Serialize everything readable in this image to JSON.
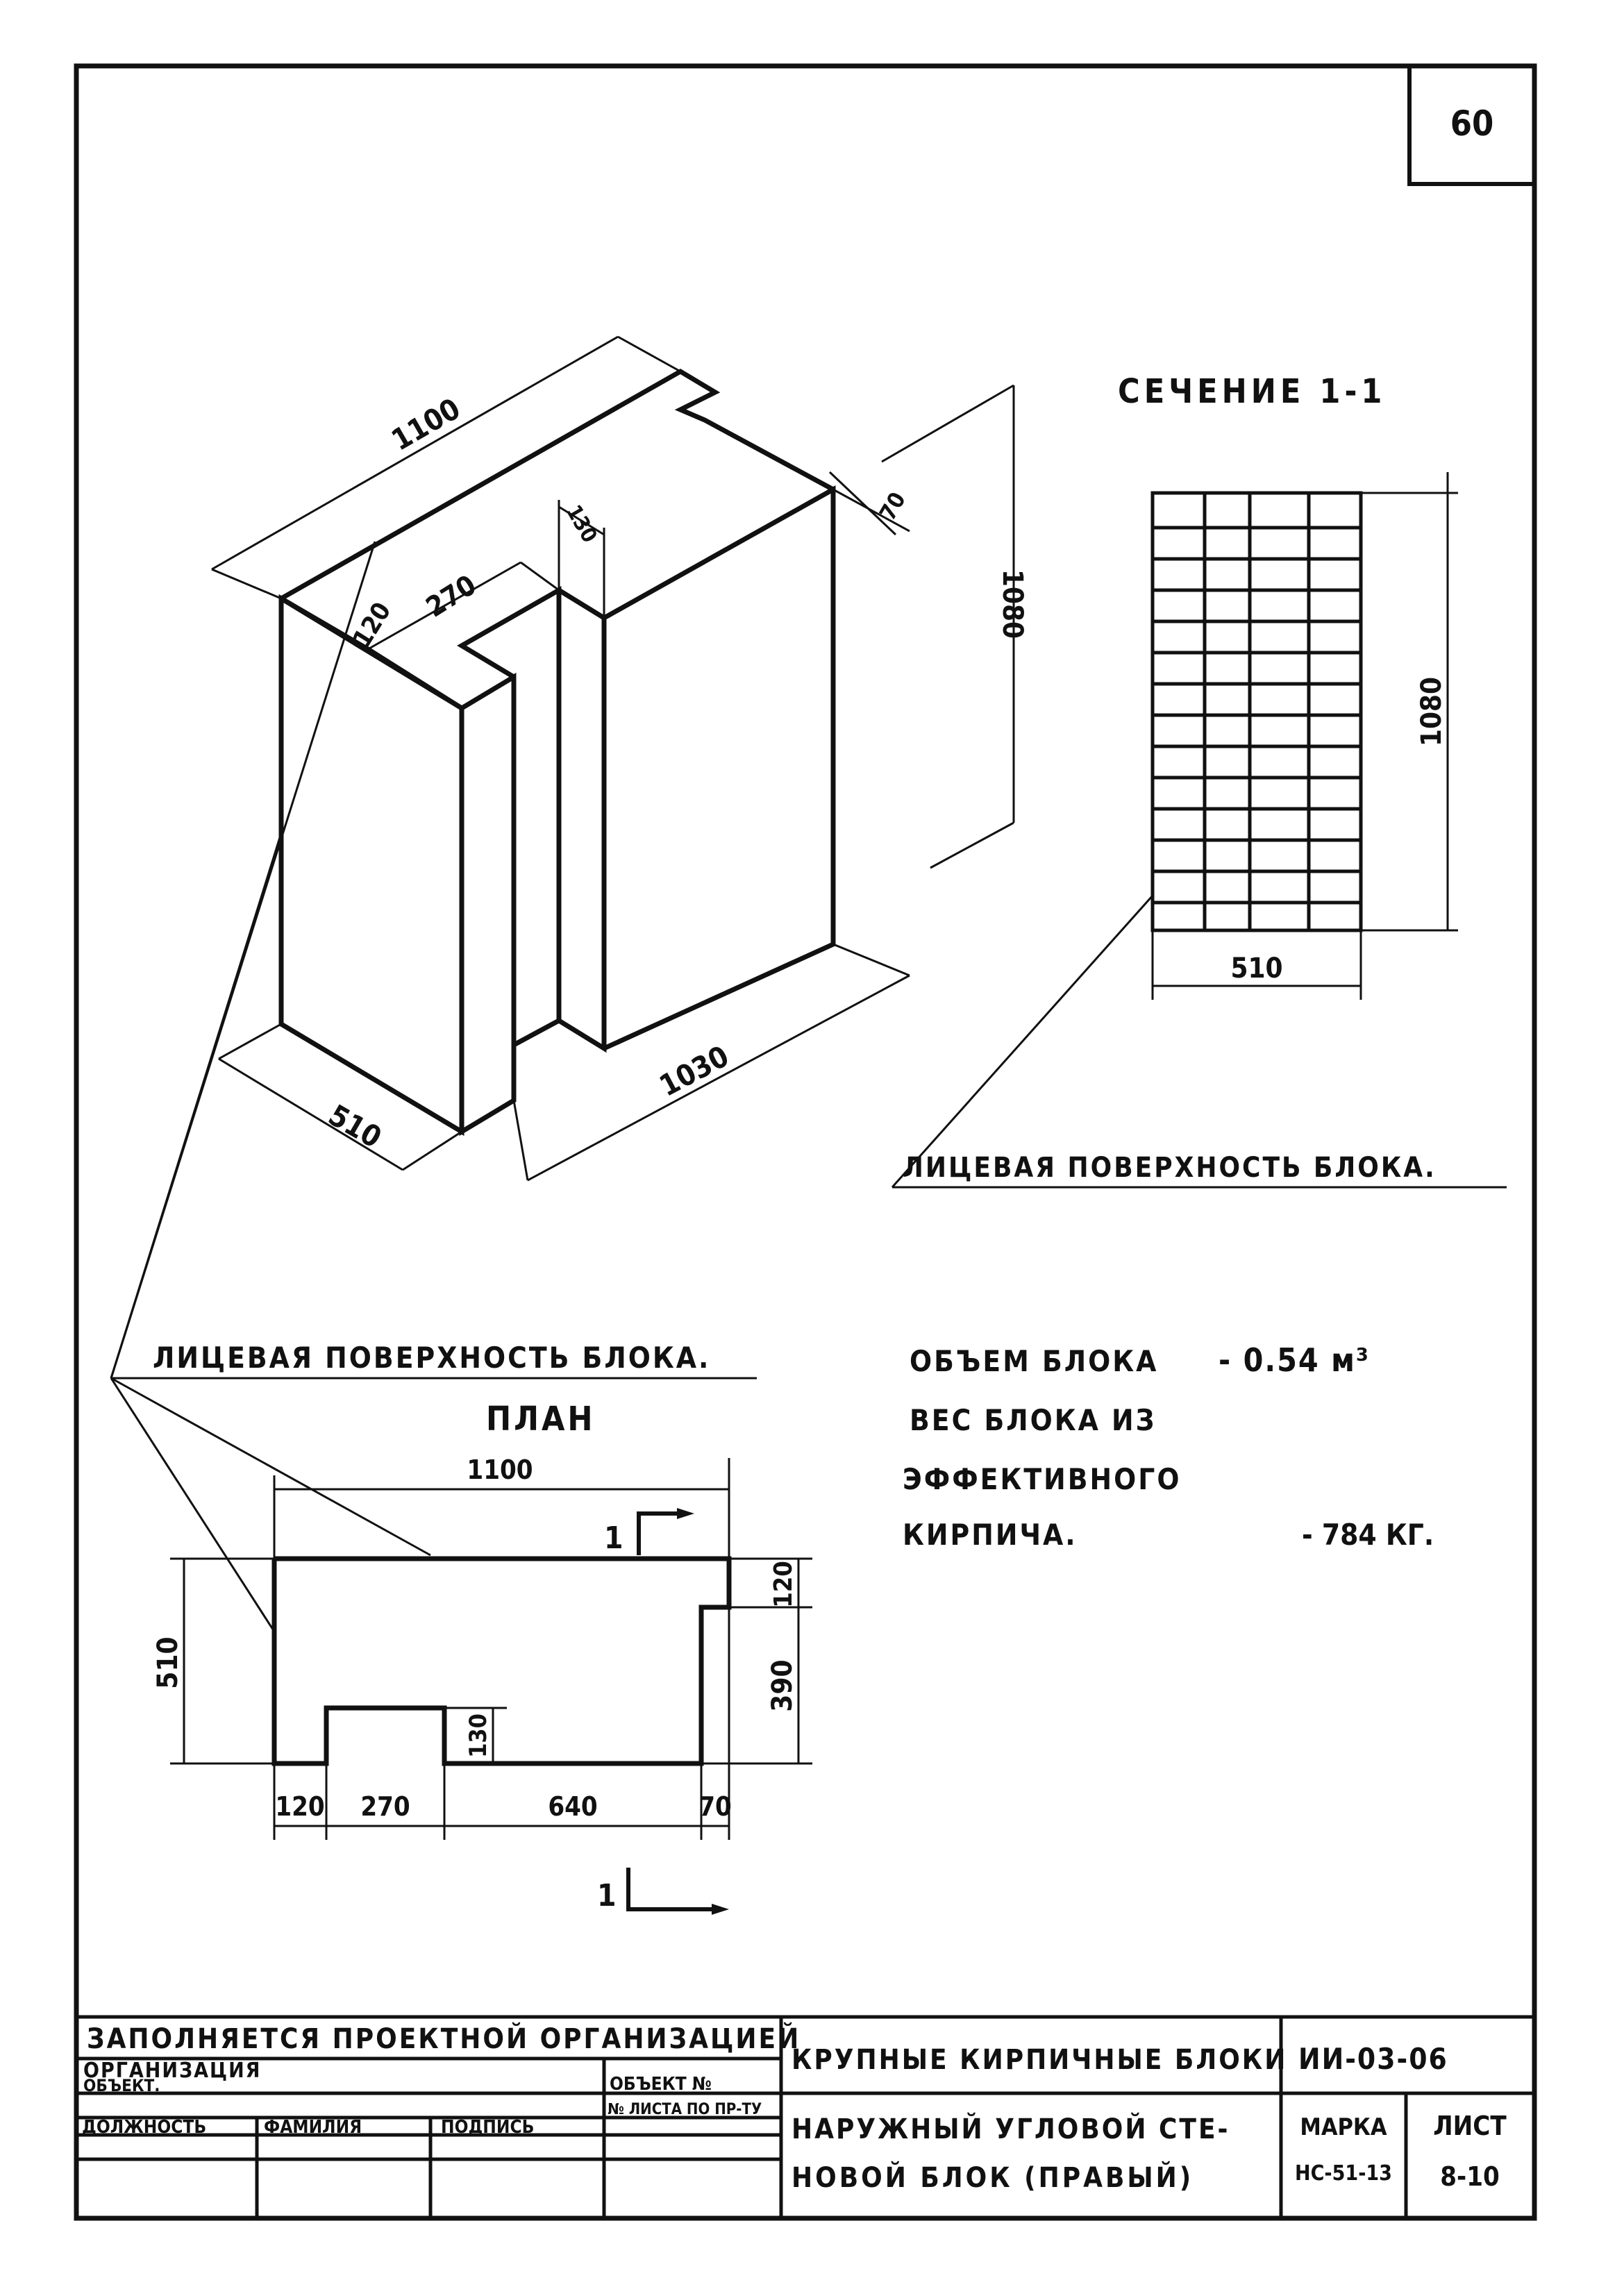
{
  "sheet_number": "60",
  "section_title": "СЕЧЕНИЕ 1-1",
  "plan_title": "ПЛАН",
  "face_label": "ЛИЦЕВАЯ ПОВЕРХНОСТЬ БЛОКА.",
  "iso_dims": {
    "length_top": "1100",
    "depth_left": "510",
    "depth_right": "1030",
    "height": "1080",
    "top_120": "120",
    "top_270": "270",
    "top_130": "130",
    "top_70": "70"
  },
  "section_dims": {
    "height": "1080",
    "width": "510"
  },
  "plan_dims": {
    "total": "1100",
    "depth": "510",
    "right_top": "120",
    "right_bottom": "390",
    "notch_depth": "130",
    "bottom": [
      "120",
      "270",
      "640",
      "70"
    ],
    "cut_mark": "1"
  },
  "specs": {
    "volume_label": "ОБЪЕМ БЛОКА",
    "volume_value": "- 0.54 м³",
    "weight_line1": "ВЕС БЛОКА ИЗ",
    "weight_line2": "ЭФФЕКТИВНОГО",
    "weight_line3": "КИРПИЧА.",
    "weight_value": "- 784 КГ."
  },
  "title_block": {
    "filled_by": "ЗАПОЛНЯЕТСЯ ПРОЕКТНОЙ ОРГАНИЗАЦИЕЙ",
    "organization": "ОРГАНИЗАЦИЯ",
    "object": "ОБЪЕКТ.",
    "object_no": "ОБЪЕКТ №",
    "sheet_no": "№ ЛИСТА ПО ПР-ТУ",
    "position": "ДОЛЖНОСТЬ",
    "surname": "ФАМИЛИЯ",
    "signature": "ПОДПИСЬ",
    "series_title": "КРУПНЫЕ КИРПИЧНЫЕ БЛОКИ",
    "series_code": "ИИ-03-06",
    "drawing_title_1": "НАРУЖНЫЙ УГЛОВОЙ СТЕ-",
    "drawing_title_2": "НОВОЙ БЛОК (ПРАВЫЙ)",
    "mark_label": "МАРКА",
    "mark_value": "НС-51-13",
    "sheet_label": "ЛИСТ",
    "sheet_value": "8-10"
  }
}
